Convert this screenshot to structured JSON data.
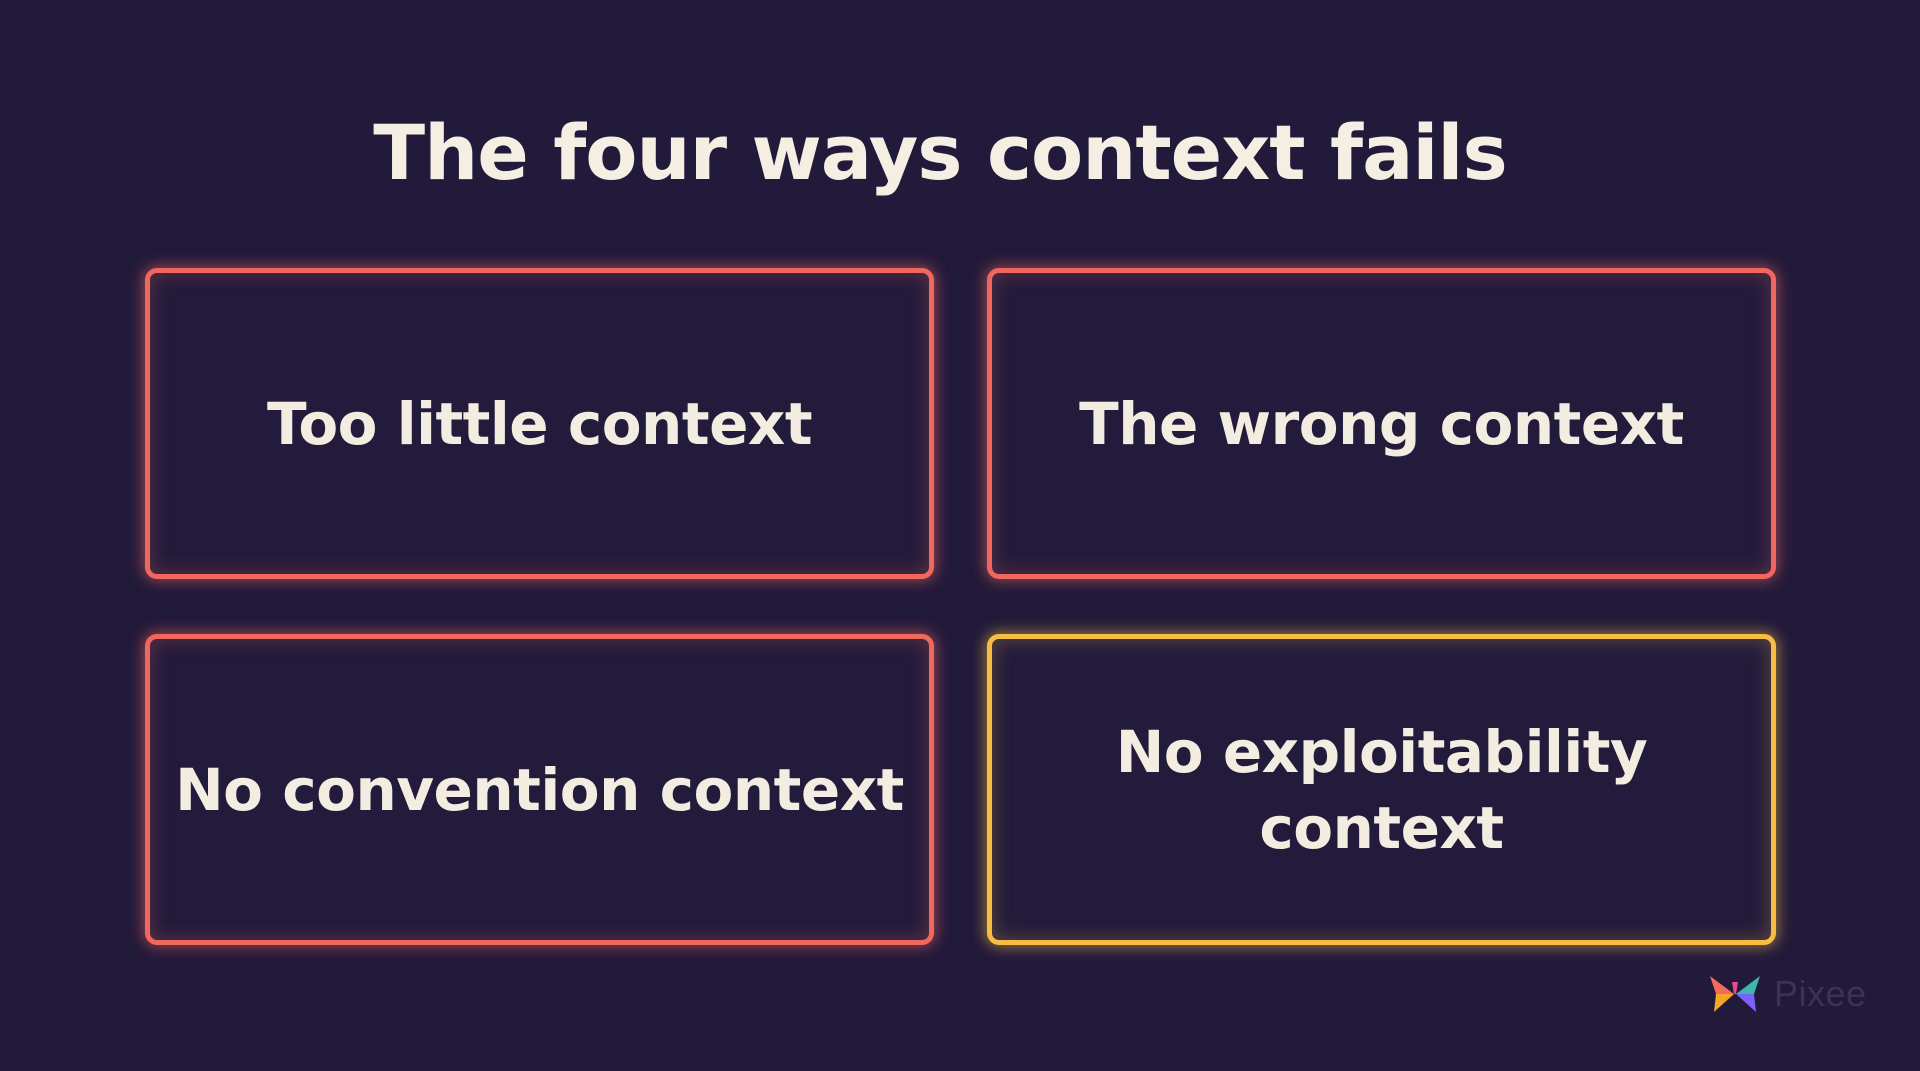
{
  "slide": {
    "title": "The four ways context fails"
  },
  "cards": [
    {
      "label": "Too little context",
      "accent": "#f0675e"
    },
    {
      "label": "The wrong context",
      "accent": "#f0675e"
    },
    {
      "label": "No convention context",
      "accent": "#f0675e"
    },
    {
      "label": "No exploitability context",
      "accent": "#f5bd42"
    }
  ],
  "brand": {
    "name": "Pixee",
    "logo_icon": "butterfly-logo-icon"
  }
}
